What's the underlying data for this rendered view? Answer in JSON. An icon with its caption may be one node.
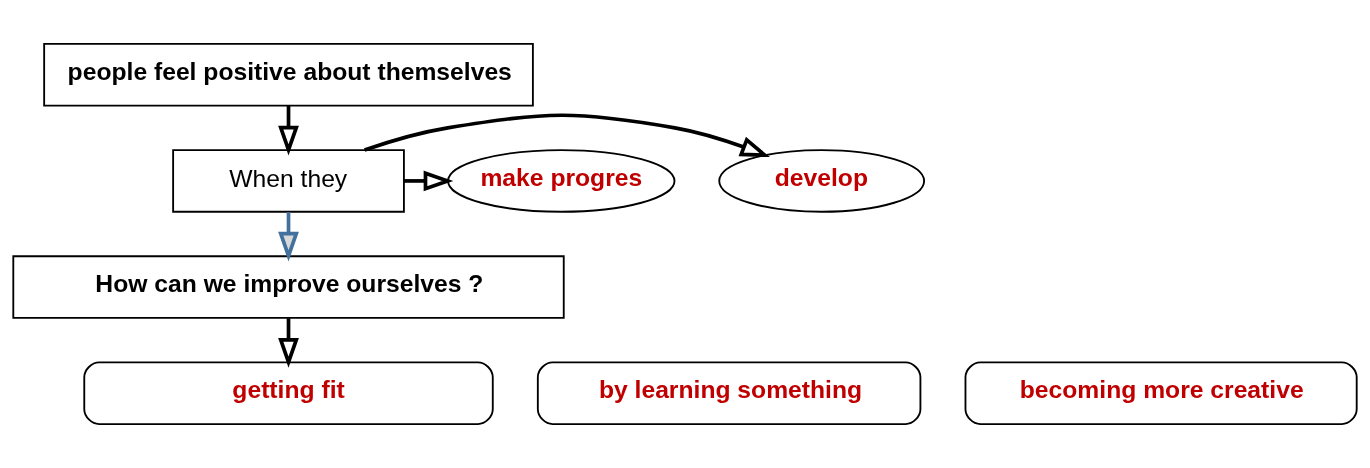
{
  "diagram": {
    "nodes": [
      {
        "text": [
          "people feel positive about themselves"
        ]
      },
      {
        "text": [
          "When they"
        ]
      },
      {
        "text": [
          "develop"
        ]
      },
      {
        "text": [
          "make progres"
        ]
      },
      {
        "text": [
          "How can we improve ourselves ?"
        ]
      },
      {
        "text": [
          "by learning something"
        ]
      },
      {
        "text": [
          "getting fit"
        ]
      },
      {
        "text": [
          "becoming more creative"
        ]
      }
    ],
    "edges": [
      {
        "from": 0,
        "to": 1,
        "arrow": "to"
      },
      {
        "from": 1,
        "to": 2,
        "arrow": "to"
      },
      {
        "from": 1,
        "to": 3,
        "arrow": "to"
      },
      {
        "from": 1,
        "to": 4,
        "arrow": "to",
        "color": "#41719c"
      },
      {
        "from": 4,
        "to": 6,
        "arrow": "to"
      }
    ]
  }
}
